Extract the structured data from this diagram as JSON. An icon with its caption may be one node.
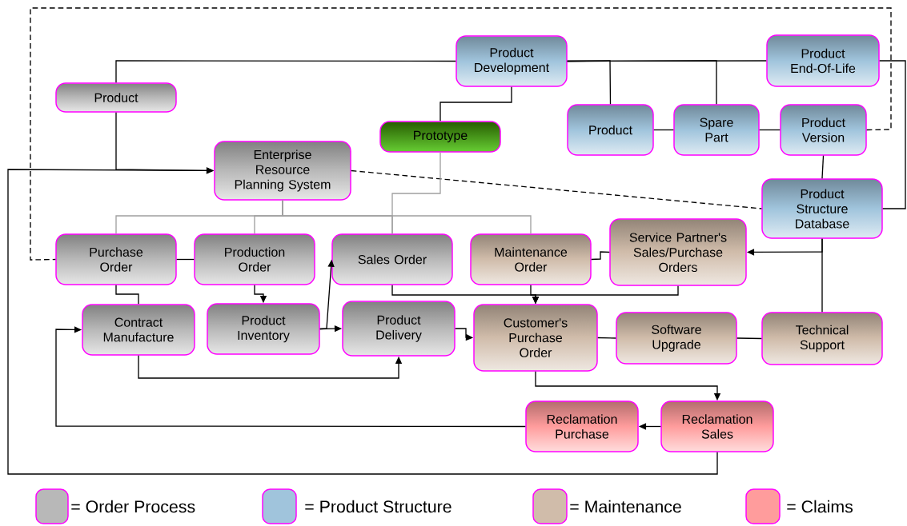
{
  "diagram": {
    "nodes": [
      {
        "text": [
          "Product Development"
        ]
      },
      {
        "text": [
          "Product"
        ]
      },
      {
        "text": [
          "Prototype"
        ]
      },
      {
        "text": [
          "Product End-Of-Life"
        ]
      },
      {
        "text": [
          "Product"
        ]
      },
      {
        "text": [
          "Spare Part"
        ]
      },
      {
        "text": [
          "Product Version"
        ]
      },
      {
        "text": [
          "Enterprise Resource Planning System"
        ]
      },
      {
        "text": [
          "Product Structure Database"
        ]
      },
      {
        "text": [
          "Purchase Order"
        ]
      },
      {
        "text": [
          "Production Order"
        ]
      },
      {
        "text": [
          "Sales Order"
        ]
      },
      {
        "text": [
          "Maintenance Order"
        ]
      },
      {
        "text": [
          "Service Partner's Sales/Purchase Orders"
        ]
      },
      {
        "text": [
          "Contract Manufacture"
        ]
      },
      {
        "text": [
          "Product Inventory"
        ]
      },
      {
        "text": [
          "Product Delivery"
        ]
      },
      {
        "text": [
          "Customer's Purchase Order"
        ]
      },
      {
        "text": [
          "Software Upgrade"
        ]
      },
      {
        "text": [
          "Technical Support"
        ]
      },
      {
        "text": [
          "Reclamation Purchase"
        ]
      },
      {
        "text": [
          "Reclamation Sales"
        ]
      }
    ],
    "edges": [
      {
        "from": 0,
        "to": 1,
        "arrow": "none"
      },
      {
        "from": 0,
        "to": 2,
        "arrow": "none"
      },
      {
        "from": 0,
        "to": 3,
        "arrow": "none"
      },
      {
        "from": 0,
        "to": 4,
        "arrow": "none"
      },
      {
        "from": 0,
        "to": 5,
        "arrow": "none"
      },
      {
        "from": 4,
        "to": 5,
        "arrow": "none"
      },
      {
        "from": 5,
        "to": 6,
        "arrow": "none"
      },
      {
        "from": 6,
        "to": 9,
        "arrow": "none",
        "style": "dashed"
      },
      {
        "from": 3,
        "to": 8,
        "arrow": "none"
      },
      {
        "from": 6,
        "to": 8,
        "arrow": "none"
      },
      {
        "from": 1,
        "to": 7,
        "arrow": "to"
      },
      {
        "from": 21,
        "to": 7,
        "arrow": "to"
      },
      {
        "from": 7,
        "to": 8,
        "arrow": "none",
        "style": "dashed"
      },
      {
        "from": 7,
        "to": 9,
        "arrow": "none",
        "color": "#a0a0a0"
      },
      {
        "from": 7,
        "to": 10,
        "arrow": "none",
        "color": "#a0a0a0"
      },
      {
        "from": 7,
        "to": 11,
        "arrow": "none",
        "color": "#a0a0a0"
      },
      {
        "from": 7,
        "to": 12,
        "arrow": "none",
        "color": "#a0a0a0"
      },
      {
        "from": 2,
        "to": 11,
        "arrow": "none",
        "color": "#a0a0a0"
      },
      {
        "from": 9,
        "to": 10,
        "arrow": "none"
      },
      {
        "from": 9,
        "to": 14,
        "arrow": "none"
      },
      {
        "from": 10,
        "to": 15,
        "arrow": "to"
      },
      {
        "from": 15,
        "to": 16,
        "arrow": "to"
      },
      {
        "from": 15,
        "to": 11,
        "arrow": "to"
      },
      {
        "from": 14,
        "to": 16,
        "arrow": "to"
      },
      {
        "from": 16,
        "to": 17,
        "arrow": "to"
      },
      {
        "from": 11,
        "to": 17,
        "arrow": "to"
      },
      {
        "from": 12,
        "to": 17,
        "arrow": "to"
      },
      {
        "from": 13,
        "to": 17,
        "arrow": "to"
      },
      {
        "from": 12,
        "to": 13,
        "arrow": "none"
      },
      {
        "from": 8,
        "to": 13,
        "arrow": "to"
      },
      {
        "from": 8,
        "to": 19,
        "arrow": "none"
      },
      {
        "from": 17,
        "to": 18,
        "arrow": "none"
      },
      {
        "from": 18,
        "to": 19,
        "arrow": "none"
      },
      {
        "from": 17,
        "to": 21,
        "arrow": "to"
      },
      {
        "from": 21,
        "to": 20,
        "arrow": "to"
      },
      {
        "from": 20,
        "to": 14,
        "arrow": "to"
      }
    ],
    "legend": [
      {
        "text": "= Order Process",
        "color": "#b8b8b8"
      },
      {
        "text": "= Product Structure",
        "color": "#a0c4dc"
      },
      {
        "text": "= Maintenance",
        "color": "#d0bcaa"
      },
      {
        "text": "= Claims",
        "color": "#ff9c9c"
      }
    ]
  }
}
